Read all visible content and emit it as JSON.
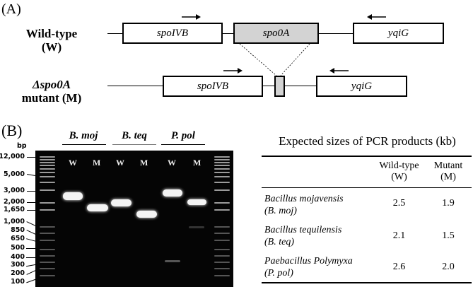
{
  "panelA": {
    "label": "(A)",
    "wild_type": {
      "label": "Wild-type (W)",
      "genes": [
        "spoIVB",
        "spo0A",
        "yqiG"
      ]
    },
    "mutant": {
      "label_line1": "Δspo0A",
      "label_line2": "mutant (M)",
      "genes": [
        "spoIVB",
        "",
        "yqiG"
      ]
    },
    "primers": [
      "forward-primer-arrow",
      "reverse-primer-arrow"
    ]
  },
  "panelB": {
    "label": "(B)",
    "gel": {
      "unit": "bp",
      "ladder_labels": [
        "12,000",
        "5,000",
        "3,000",
        "2,000",
        "1,650",
        "1,000",
        "850",
        "650",
        "500",
        "400",
        "300",
        "200",
        "100"
      ],
      "species": [
        "B. moj",
        "B. teq",
        "P. pol"
      ],
      "lanes": [
        "W",
        "M",
        "W",
        "M",
        "W",
        "M"
      ]
    },
    "table": {
      "title": "Expected sizes of PCR products (kb)",
      "headers": {
        "wt_line1": "Wild-type",
        "wt_line2": "(W)",
        "mut_line1": "Mutant",
        "mut_line2": "(M)"
      },
      "rows": [
        {
          "name": "Bacillus mojavensis",
          "abbr": "(B. moj)",
          "wt": "2.5",
          "mut": "1.9"
        },
        {
          "name": "Bacillus tequilensis",
          "abbr": "(B. teq)",
          "wt": "2.1",
          "mut": "1.5"
        },
        {
          "name": "Paebacillus Polymyxa",
          "abbr": "(P. pol)",
          "wt": "2.6",
          "mut": "2.0"
        }
      ]
    }
  }
}
